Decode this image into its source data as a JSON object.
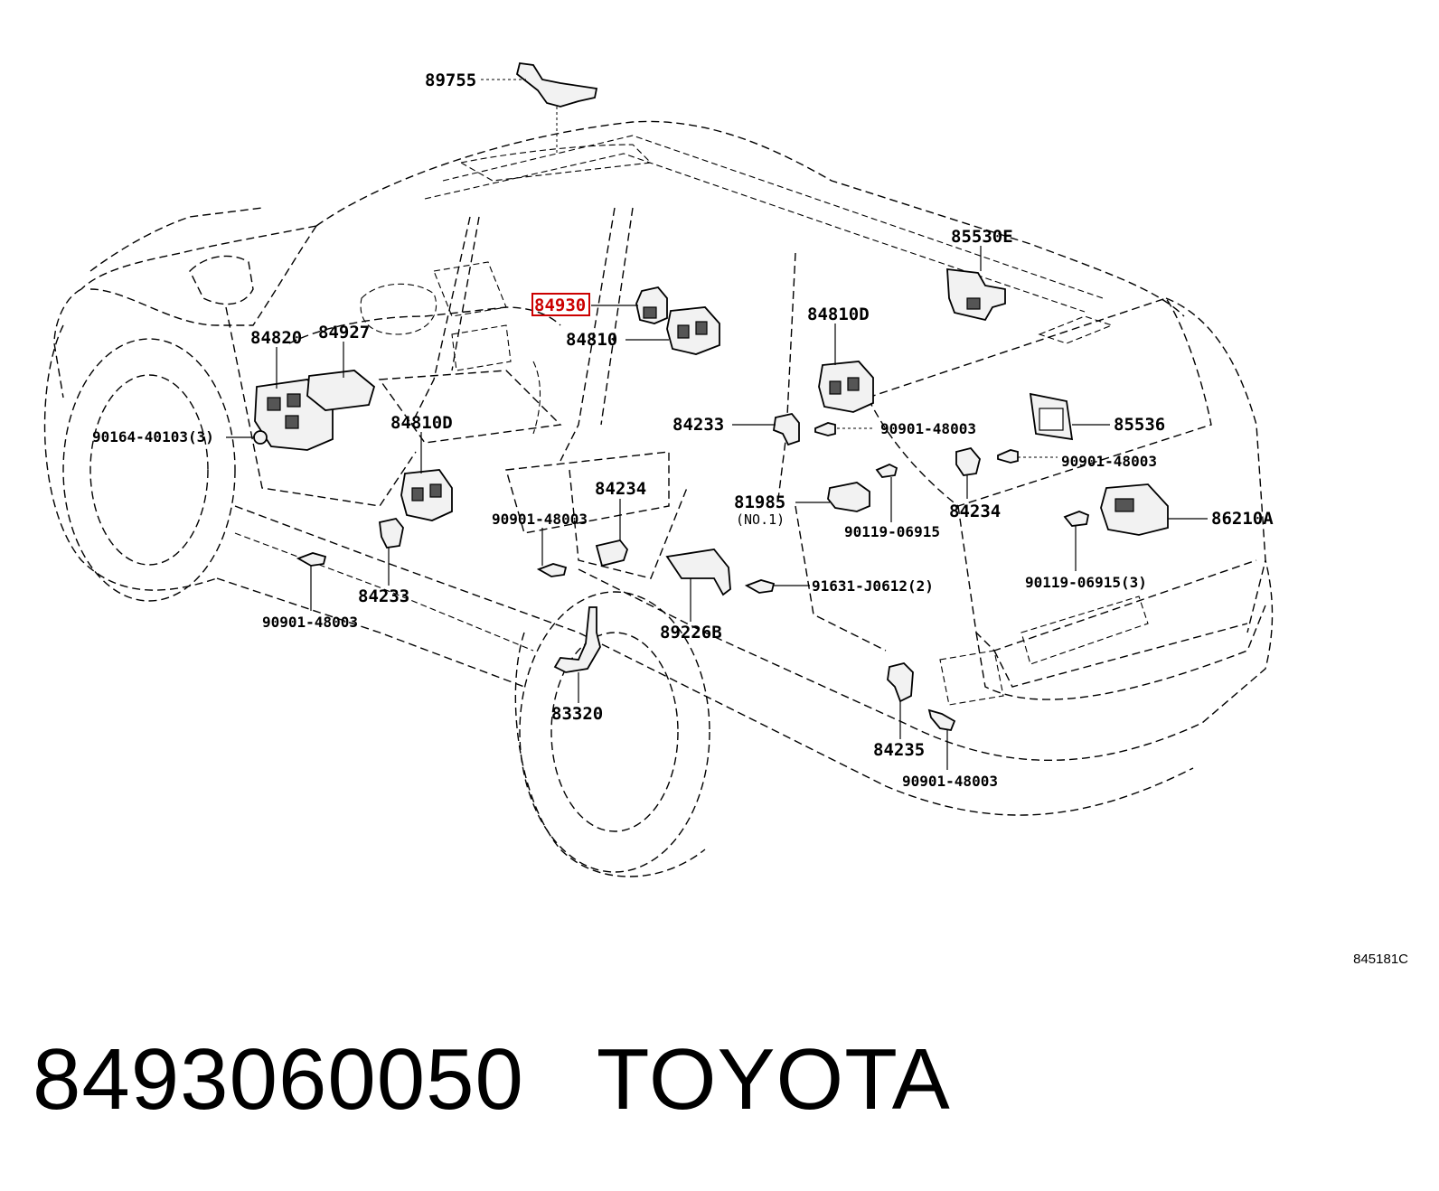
{
  "labels": {
    "p89755": "89755",
    "p85530E": "85530E",
    "p84930": "84930",
    "p84810": "84810",
    "p84810D_right": "84810D",
    "p84820": "84820",
    "p84927": "84927",
    "p84810D_left": "84810D",
    "p90164": "90164-40103(3)",
    "p84233_mid": "84233",
    "p90901_mid": "90901-48003",
    "p85536": "85536",
    "p90901_right": "90901-48003",
    "p84234_left": "84234",
    "p81985": "81985",
    "p81985_note": "(NO.1)",
    "p90119_mid": "90119-06915",
    "p84234_right": "84234",
    "p86210A": "86210A",
    "p90901_left": "90901-48003",
    "p91631": "91631-J0612(2)",
    "p90119_right": "90119-06915(3)",
    "p84233_left": "84233",
    "p89226B": "89226B",
    "p90901_bottomleft": "90901-48003",
    "p83320": "83320",
    "p84235": "84235",
    "p90901_bottom": "90901-48003"
  },
  "highlight_color": "#cc0000",
  "diagram_ref": "845181C",
  "footer": {
    "part_number": "8493060050",
    "brand": "TOYOTA"
  }
}
